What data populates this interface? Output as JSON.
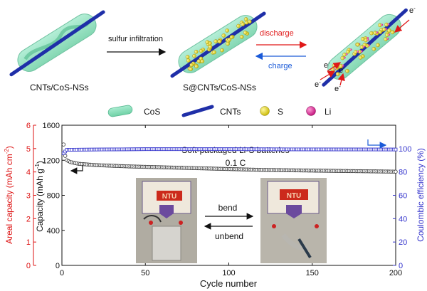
{
  "schematic": {
    "stage1_label": "CNTs/CoS-NSs",
    "stage2_label": "S@CNTs/CoS-NSs",
    "arrow1_label": "sulfur infiltration",
    "discharge_label": "discharge",
    "charge_label": "charge",
    "electron_label": "e",
    "electron_sup": "-"
  },
  "legend": {
    "items": [
      {
        "name": "CoS",
        "color": "#7fd9b0"
      },
      {
        "name": "CNTs",
        "color": "#1f2fa8"
      },
      {
        "name": "S",
        "color": "#e0d21a"
      },
      {
        "name": "Li",
        "color": "#e0208a"
      }
    ]
  },
  "chart_data": {
    "type": "scatter",
    "title": "Soft-packaged Li-S batteries",
    "subtitle": "0.1 C",
    "xlabel": "Cycle number",
    "ylabel_left_outer": "Areal capacity (mAh cm",
    "ylabel_left_outer_sup": "-2",
    "ylabel_left_outer_tail": ")",
    "ylabel_left": "Capacity (mAh g",
    "ylabel_left_sup": "-1",
    "ylabel_left_tail": ")",
    "ylabel_right": "Coulombic efficiency (%)",
    "xlim": [
      0,
      200
    ],
    "ylim_capacity": [
      0,
      1600
    ],
    "ylim_areal": [
      0,
      6
    ],
    "ylim_efficiency": [
      0,
      120
    ],
    "xticks": [
      0,
      50,
      100,
      150,
      200
    ],
    "yticks_capacity": [
      0,
      400,
      800,
      1200,
      1600
    ],
    "yticks_areal": [
      0,
      1,
      2,
      3,
      4,
      5,
      6
    ],
    "yticks_efficiency": [
      0,
      20,
      40,
      60,
      80,
      100
    ],
    "colors": {
      "capacity": "#333333",
      "efficiency": "#3333cc",
      "areal_axis": "#dd1111"
    },
    "series": [
      {
        "axis": "capacity",
        "capacity_key_points": [
          [
            1,
            1380
          ],
          [
            2,
            1250
          ],
          [
            3,
            1200
          ],
          [
            5,
            1180
          ],
          [
            10,
            1160
          ],
          [
            20,
            1145
          ],
          [
            40,
            1130
          ],
          [
            60,
            1120
          ],
          [
            80,
            1110
          ],
          [
            100,
            1100
          ],
          [
            120,
            1090
          ],
          [
            140,
            1085
          ],
          [
            160,
            1080
          ],
          [
            180,
            1075
          ],
          [
            200,
            1070
          ]
        ]
      },
      {
        "axis": "efficiency",
        "efficiency_key_points": [
          [
            1,
            96
          ],
          [
            3,
            99
          ],
          [
            50,
            99.5
          ],
          [
            100,
            99.5
          ],
          [
            150,
            99.3
          ],
          [
            200,
            99.2
          ]
        ]
      }
    ],
    "inset": {
      "bend_label": "bend",
      "unbend_label": "unbend",
      "panel_text": "NTU"
    }
  }
}
